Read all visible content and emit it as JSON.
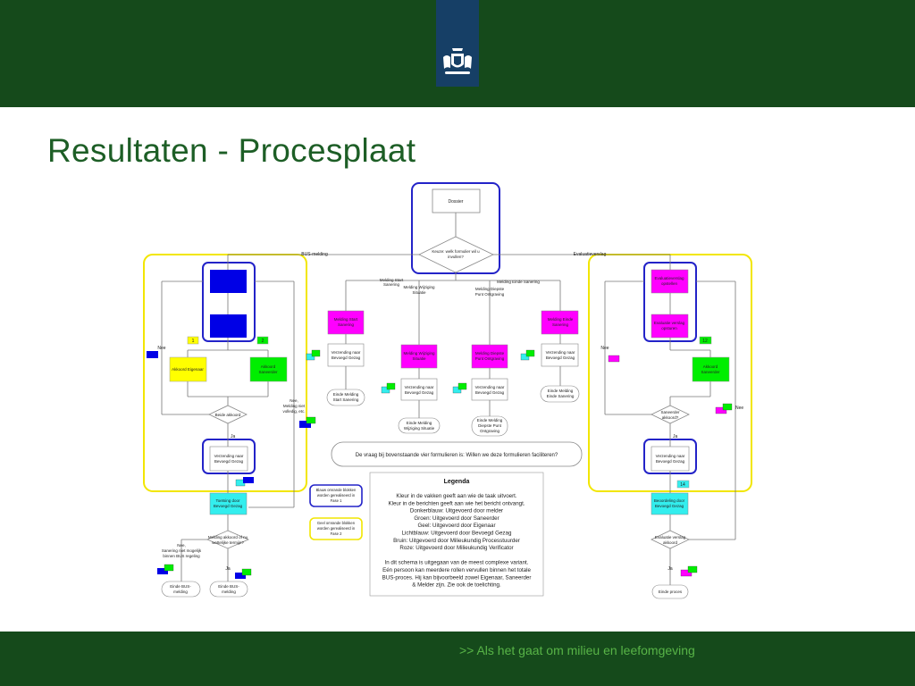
{
  "slide": {
    "title": "Resultaten - Procesplaat",
    "footer": ">>  Als het gaat om milieu en leefomgeving"
  },
  "colors": {
    "header_green": "#154a1b",
    "emblem_blue": "#163f66",
    "title_green": "#1d5e26",
    "footer_text_green": "#58b447",
    "dark_blue": "#0000e6",
    "yellow": "#ffff00",
    "green": "#00ee00",
    "cyan": "#33eeee",
    "magenta": "#ff00ff"
  },
  "icons": {
    "emblem": "coat-of-arms-icon"
  },
  "diagram": {
    "dossier": "Dossier",
    "keuze": [
      "Keuze: welk formulier wil u",
      "invullen?"
    ],
    "bus_melding_label": "BUS-melding",
    "evaluatieverslag_label": "Evaluatieverslag",
    "branch_start": [
      "Melding Start",
      "Sanering"
    ],
    "branch_wijziging": [
      "Melding Wijziging",
      "Situatie"
    ],
    "branch_diepste": [
      "Melding Diepste",
      "Punt Ontgraving"
    ],
    "branch_einde": "Melding Einde Sanering",
    "magenta_start": [
      "Melding Start",
      "Sanering"
    ],
    "magenta_wijziging": [
      "Melding Wijziging",
      "Situatie"
    ],
    "magenta_diepste": [
      "Melding Diepste",
      "Punt Ontgraving"
    ],
    "magenta_einde": [
      "Melding Einde",
      "Sanering"
    ],
    "verzending": [
      "Verzending naar",
      "Bevoegd Gezag"
    ],
    "einde_start": [
      "Einde Melding",
      "Start Sanering"
    ],
    "einde_wijziging": [
      "Einde Melding",
      "Wijziging Situatie"
    ],
    "einde_diepste": [
      "Einde Melding",
      "Diepste Punt",
      "Ontgraving"
    ],
    "einde_sanering": [
      "Einde Melding",
      "Einde Sanering"
    ],
    "akkoord_eigenaar": "Akkoord Eigenaar",
    "akkoord_saneerder": [
      "Akkoord",
      "Saneerder"
    ],
    "beide_akkoord": "Beide akkoord",
    "nee": "Nee",
    "ja": "Ja",
    "nee_melding_volledig": [
      "Nee,",
      "Melding niet",
      "volledig, etc."
    ],
    "toetsing": [
      "Toetsing door",
      "Bevoegd Gezag"
    ],
    "melding_akkoord": [
      "Melding akkoord of nu",
      "wettelijke termijn?"
    ],
    "nee_sanering": [
      "Nee,",
      "Sanering niet mogelijk",
      "binnen BUS regeling"
    ],
    "einde_bus_1": [
      "Einde BUS-",
      "melding"
    ],
    "einde_bus_2": [
      "Einde BUS-",
      "melding"
    ],
    "evaluatieverslag_opstellen": [
      "Evaluatieverslag",
      "opstellen"
    ],
    "evaluatie_verslag_opsturen": [
      "Evaluatie verslag",
      "opsturen"
    ],
    "akkoord_saneerder_right": [
      "Akkoord",
      "Saneerder"
    ],
    "saneerder_akkoord": [
      "Saneerder",
      "akkoord?"
    ],
    "beoordeling": [
      "Beoordeling door",
      "Bevoegd Gezag"
    ],
    "evaluatie_akkoord": [
      "Evaluatie verslag",
      "akkoord"
    ],
    "einde_proces": "Einde proces",
    "question": "De vraag bij bovenstaande vier formulieren is: Willen we deze formulieren faciliteren?",
    "note_blue": [
      "Blauw omrande blokken",
      "worden gerealiseerd in",
      "Fase 1"
    ],
    "note_yellow": [
      "Geel omrande blokken",
      "worden gerealiseerd in",
      "Fase 2"
    ],
    "badges": [
      "1",
      "2",
      "12",
      "14"
    ]
  },
  "legend": {
    "title": "Legenda",
    "lines": [
      "Kleur in de vakken geeft aan wie de taak uitvoert.",
      "Kleur in de berichten geeft aan wie het bericht ontvangt.",
      "Donkerblauw: Uitgevoerd door melder",
      "Groen: Uitgevoerd door Saneerder",
      "Geel: Uitgevoerd door Eigenaar",
      "Lichtblauw: Uitgevoerd door Bevoegd Gezag",
      "Bruin: Uitgevoerd door Milieukundig Processtuurder",
      "Roze: Uitgevoerd door Milieukundig Verificator",
      "",
      "In dit schema is uitgegaan van de meest complexe variant.",
      "Eén persoon kan meerdere rollen vervullen binnen het totale",
      "BUS-proces. Hij kan bijvoorbeeld zowel Eigenaar, Saneerder",
      "& Melder zijn. Zie ook de toelichting."
    ]
  }
}
